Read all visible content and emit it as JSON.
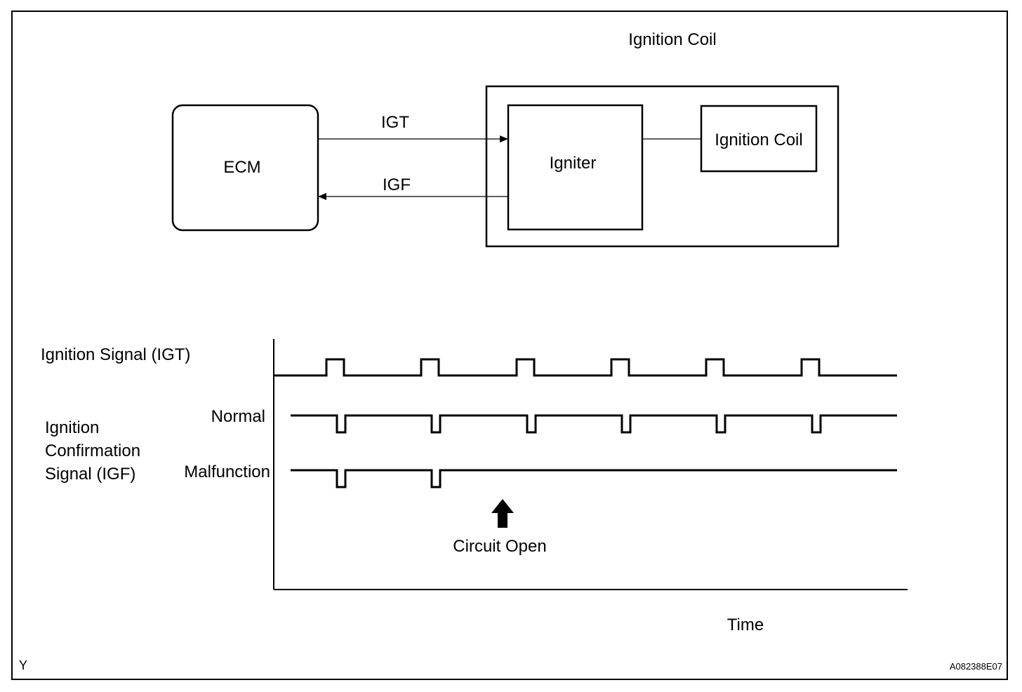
{
  "blocks": {
    "ecm": "ECM",
    "igniter": "Igniter",
    "ignition_coil_inner": "Ignition Coil",
    "ignition_coil_outer": "Ignition Coil"
  },
  "signals": {
    "igt_arrow_label": "IGT",
    "igf_arrow_label": "IGF"
  },
  "timing": {
    "igt_label": "Ignition Signal (IGT)",
    "igf_label_lines": [
      "Ignition",
      "Confirmation",
      "Signal (IGF)"
    ],
    "normal_label": "Normal",
    "malfunction_label": "Malfunction",
    "circuit_open_label": "Circuit Open",
    "time_label": "Time",
    "pulse_count_igt": 6,
    "pulse_count_normal": 6,
    "pulse_count_malfunction": 2
  },
  "footer": {
    "left_code": "Y",
    "right_code": "A082388E07"
  }
}
